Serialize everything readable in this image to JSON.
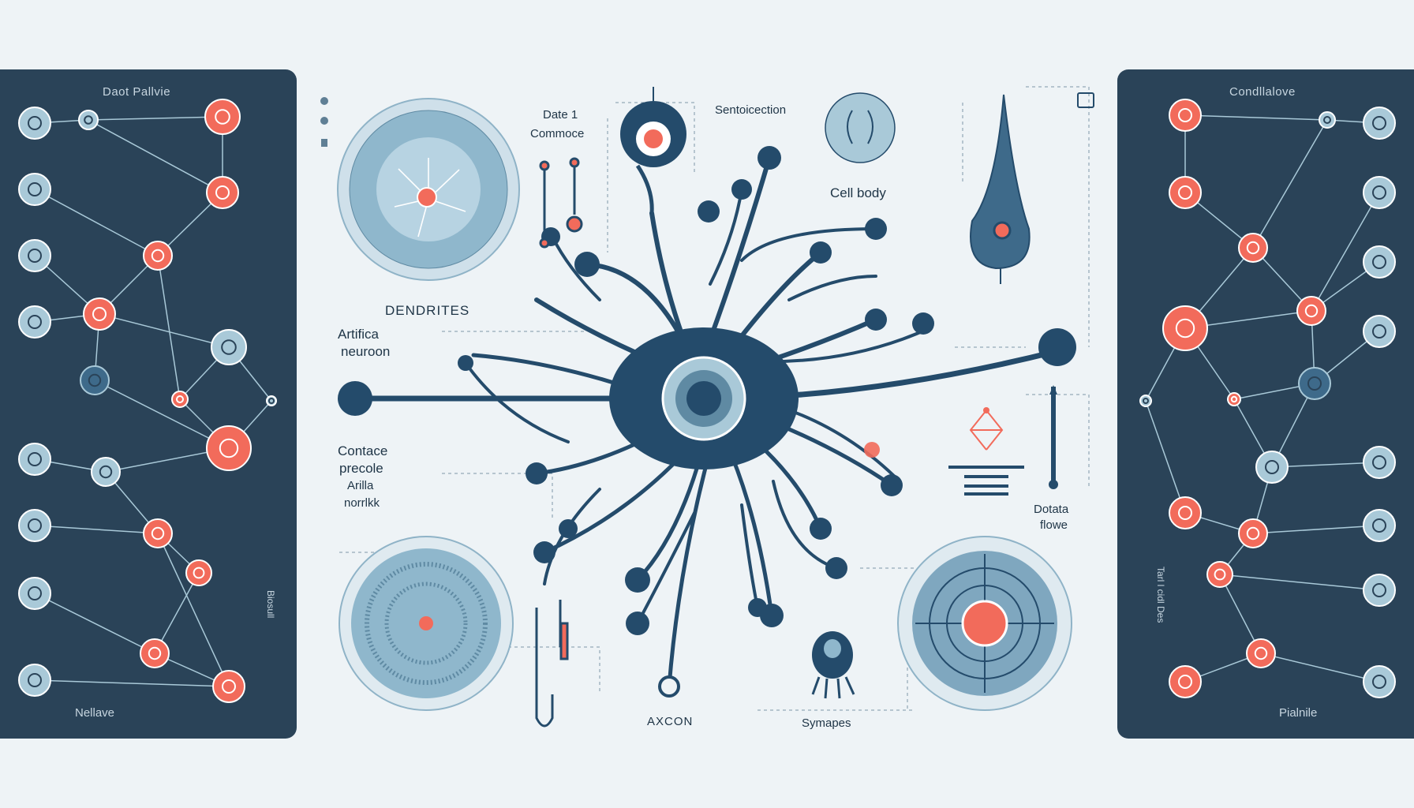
{
  "left_panel": {
    "title": "Daot Pallvie",
    "footer": "Nellave",
    "side_text": "Biosull"
  },
  "right_panel": {
    "title": "Condllalove",
    "footer": "Pialnile",
    "side_text": "Tarl l cidl Des"
  },
  "labels": {
    "date_common_1": "Date 1",
    "date_common_2": "Commoce",
    "sentoicection": "Sentoicection",
    "cell_body": "Cell body",
    "dendrites": "DENDRITES",
    "artificial_neuron_1": "Artifica",
    "artificial_neuron_2": "neuroon",
    "contace_1": "Contace",
    "contace_2": "precole",
    "contace_3": "Arilla",
    "contace_4": "norrlkk",
    "data_flow_1": "Dotata",
    "data_flow_2": "flowe",
    "axon": "AXCON",
    "synapses": "Symapes"
  },
  "colors": {
    "panel": "#2a4358",
    "accent": "#f26b5b",
    "node_light": "#a9c9d8",
    "neuron": "#244b6b",
    "background": "#eef3f6"
  }
}
